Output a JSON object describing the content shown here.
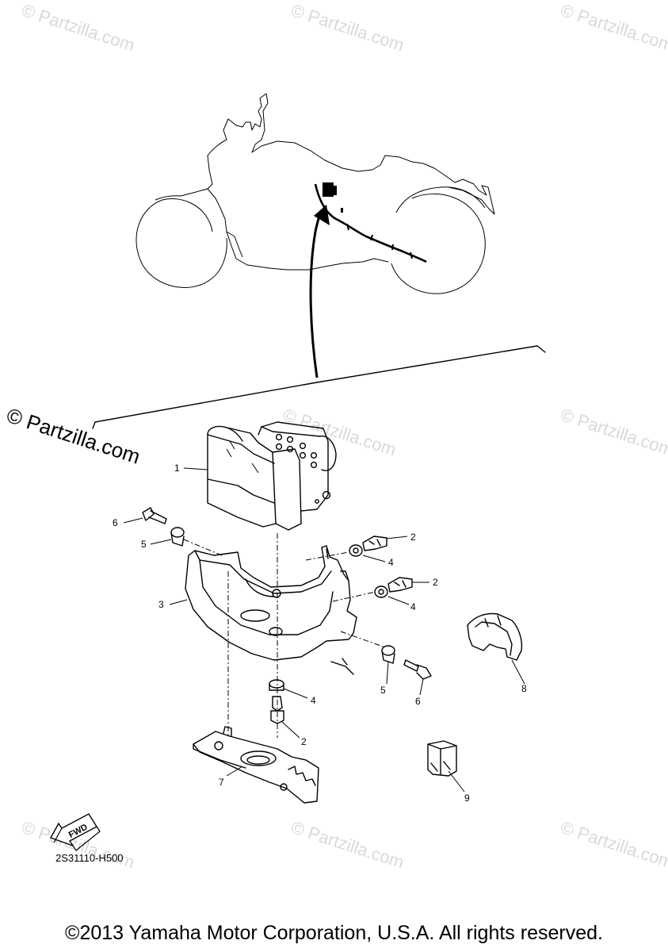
{
  "watermark": "© Partzilla.com",
  "diagram_code": "2S31110-H500",
  "copyright": "©2013 Yamaha Motor Corporation, U.S.A. All rights reserved.",
  "fwd_label": "FWD",
  "callouts": {
    "p1": "1",
    "p2a": "2",
    "p2b": "2",
    "p2c": "2",
    "p3": "3",
    "p4a": "4",
    "p4b": "4",
    "p4c": "4",
    "p5a": "5",
    "p5b": "5",
    "p6a": "6",
    "p6b": "6",
    "p7": "7",
    "p8": "8",
    "p9": "9"
  }
}
